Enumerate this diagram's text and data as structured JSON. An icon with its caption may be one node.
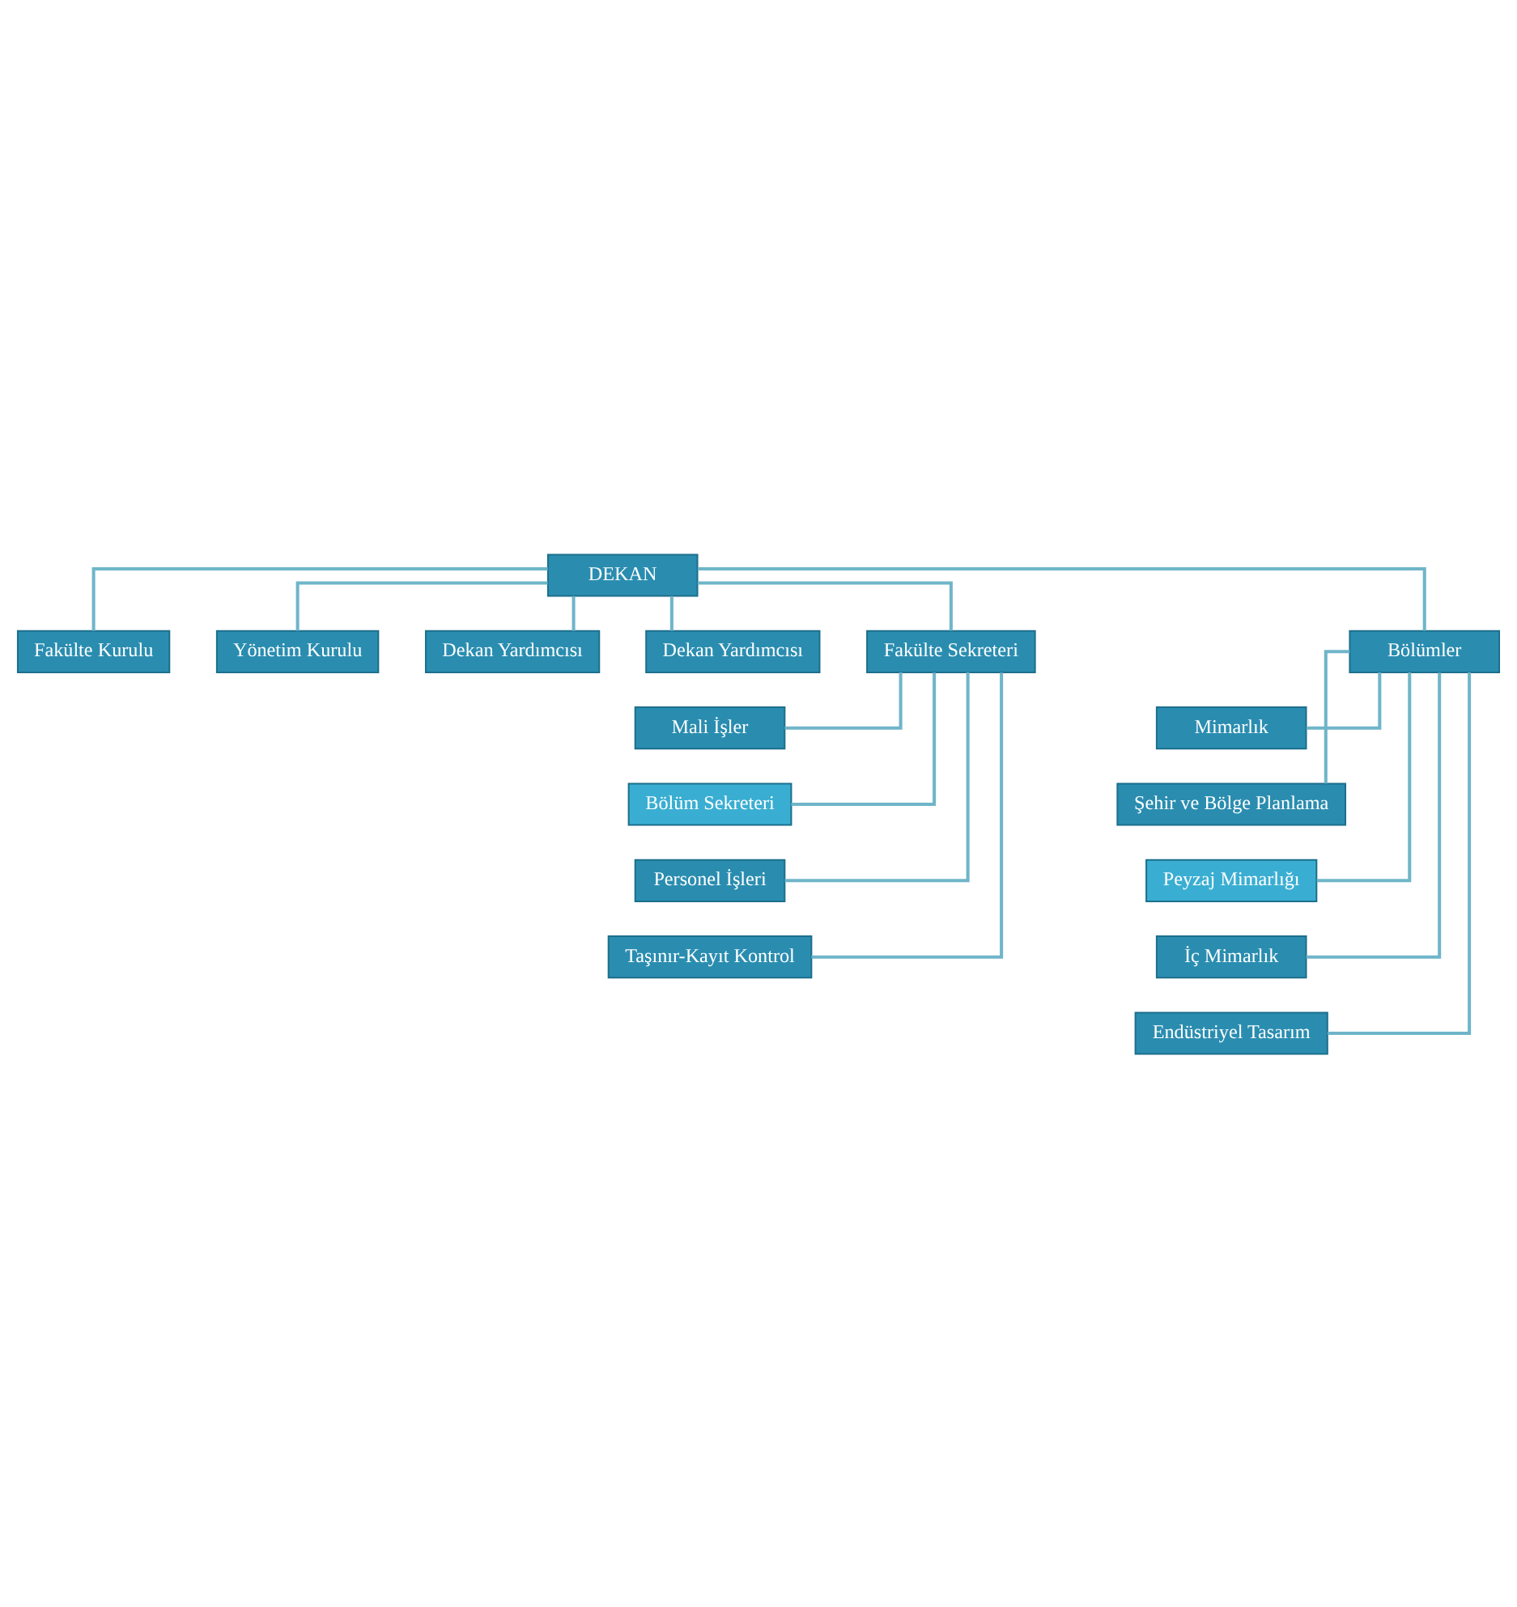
{
  "diagram": {
    "nodes": [
      {
        "text": [
          "DEKAN"
        ]
      },
      {
        "text": [
          "Fakülte Kurulu"
        ]
      },
      {
        "text": [
          "Yönetim Kurulu"
        ]
      },
      {
        "text": [
          "Dekan Yardımcısı"
        ]
      },
      {
        "text": [
          "Dekan Yardımcısı"
        ]
      },
      {
        "text": [
          "Fakülte Sekreteri"
        ]
      },
      {
        "text": [
          "Bölümler"
        ]
      },
      {
        "text": [
          "Mali İşler"
        ]
      },
      {
        "text": [
          "Bölüm Sekreteri"
        ]
      },
      {
        "text": [
          "Personel İşleri"
        ]
      },
      {
        "text": [
          "Taşınır-Kayıt Kontrol"
        ]
      },
      {
        "text": [
          "Mimarlık"
        ]
      },
      {
        "text": [
          "Şehir ve Bölge Planlama"
        ]
      },
      {
        "text": [
          "Peyzaj Mimarlığı"
        ]
      },
      {
        "text": [
          "İç Mimarlık"
        ]
      },
      {
        "text": [
          "Endüstriyel Tasarım"
        ]
      }
    ],
    "edges": [
      {
        "from": 0,
        "to": 1,
        "arrow": "none"
      },
      {
        "from": 0,
        "to": 2,
        "arrow": "none"
      },
      {
        "from": 0,
        "to": 3,
        "arrow": "none"
      },
      {
        "from": 0,
        "to": 4,
        "arrow": "none"
      },
      {
        "from": 0,
        "to": 5,
        "arrow": "none"
      },
      {
        "from": 0,
        "to": 6,
        "arrow": "none"
      },
      {
        "from": 5,
        "to": 7,
        "arrow": "none"
      },
      {
        "from": 5,
        "to": 8,
        "arrow": "none"
      },
      {
        "from": 5,
        "to": 9,
        "arrow": "none"
      },
      {
        "from": 5,
        "to": 10,
        "arrow": "none"
      },
      {
        "from": 6,
        "to": 11,
        "arrow": "none"
      },
      {
        "from": 6,
        "to": 12,
        "arrow": "none"
      },
      {
        "from": 6,
        "to": 13,
        "arrow": "none"
      },
      {
        "from": 6,
        "to": 14,
        "arrow": "none"
      },
      {
        "from": 6,
        "to": 15,
        "arrow": "none"
      }
    ]
  }
}
